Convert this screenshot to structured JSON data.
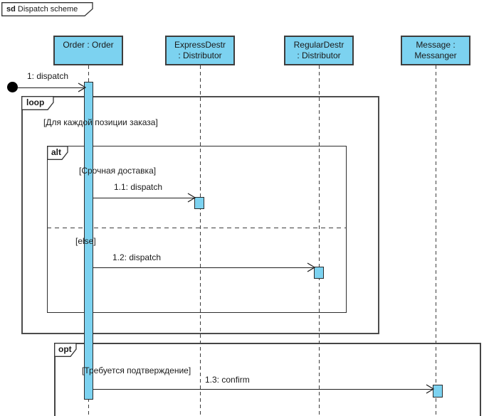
{
  "diagram": {
    "frame_keyword": "sd",
    "title": "Dispatch scheme"
  },
  "lifelines": [
    {
      "id": "order",
      "lines": [
        "Order : Order"
      ]
    },
    {
      "id": "express",
      "lines": [
        "ExpressDestr",
        ": Distributor"
      ]
    },
    {
      "id": "regular",
      "lines": [
        "RegularDestr",
        ": Distributor"
      ]
    },
    {
      "id": "message",
      "lines": [
        "Message :",
        "Messanger"
      ]
    }
  ],
  "fragments": [
    {
      "operator": "loop",
      "guard": "[Для каждой позиции заказа]"
    },
    {
      "operator": "alt",
      "guard": "[Срочная доставка]",
      "else_guard": "[else]"
    },
    {
      "operator": "opt",
      "guard": "[Требуется подтверждение]"
    }
  ],
  "messages": [
    {
      "label": "1: dispatch"
    },
    {
      "label": "1.1: dispatch"
    },
    {
      "label": "1.2: dispatch"
    },
    {
      "label": "1.3: confirm"
    }
  ],
  "colors": {
    "shape_fill": "#7cd2f0",
    "shape_border": "#3d3d3d",
    "line": "#1f1f1f",
    "background": "#ffffff"
  }
}
